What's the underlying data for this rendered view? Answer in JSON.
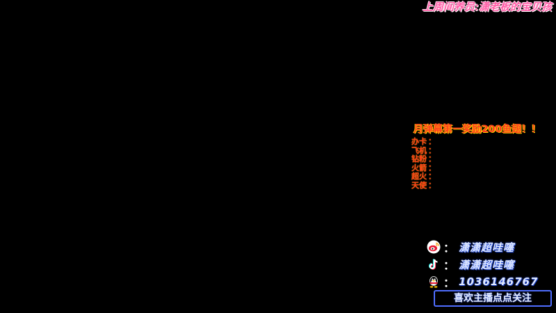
{
  "overlay": {
    "top_banner": "上周间养员:潇老板的宝贝孩",
    "promo": "月弹幕第一奖励200鱼翅！！",
    "gift_list": [
      {
        "label": "办卡"
      },
      {
        "label": "飞机"
      },
      {
        "label": "钻粉"
      },
      {
        "label": "火箭"
      },
      {
        "label": "超火"
      },
      {
        "label": "天使"
      }
    ],
    "gift_colon": "：",
    "social": {
      "colon": "：",
      "weibo": {
        "icon": "weibo-icon",
        "value": "潇潇超哇噻"
      },
      "douyin": {
        "icon": "tiktok-icon",
        "value": "潇潇超哇噻"
      },
      "qq": {
        "icon": "qq-penguin-icon",
        "value": "1036146767"
      }
    },
    "follow_text": "喜欢主播点点关注"
  },
  "colors": {
    "background": "#000000",
    "banner_pink": "#ff5fa8",
    "promo_red": "#ff3d1f",
    "accent_yellow": "#ffcc00",
    "social_blue": "#4f6dff"
  }
}
